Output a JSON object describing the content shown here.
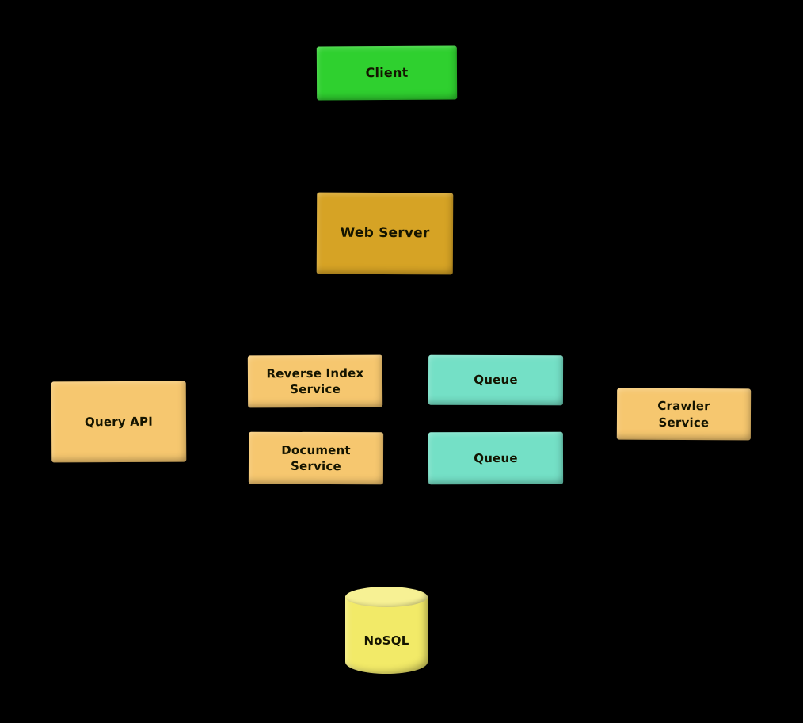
{
  "diagram": {
    "background_color": "#000000",
    "nodes": {
      "client": {
        "label": "Client",
        "color": "#2fd02f",
        "shape": "rectangle"
      },
      "web_server": {
        "label": "Web Server",
        "color": "#d6a325",
        "shape": "rectangle"
      },
      "query_api": {
        "label": "Query API",
        "color": "#f6c76f",
        "shape": "rectangle"
      },
      "reverse_index_service": {
        "label": "Reverse Index Service",
        "color": "#f6c76f",
        "shape": "rectangle"
      },
      "document_service": {
        "label": "Document Service",
        "color": "#f6c76f",
        "shape": "rectangle"
      },
      "queue_top": {
        "label": "Queue",
        "color": "#74e0c6",
        "shape": "rectangle"
      },
      "queue_bottom": {
        "label": "Queue",
        "color": "#74e0c6",
        "shape": "rectangle"
      },
      "crawler_service": {
        "label": "Crawler Service",
        "color": "#f6c76f",
        "shape": "rectangle"
      },
      "nosql": {
        "label": "NoSQL",
        "color": "#f2ea68",
        "shape": "cylinder"
      }
    }
  }
}
